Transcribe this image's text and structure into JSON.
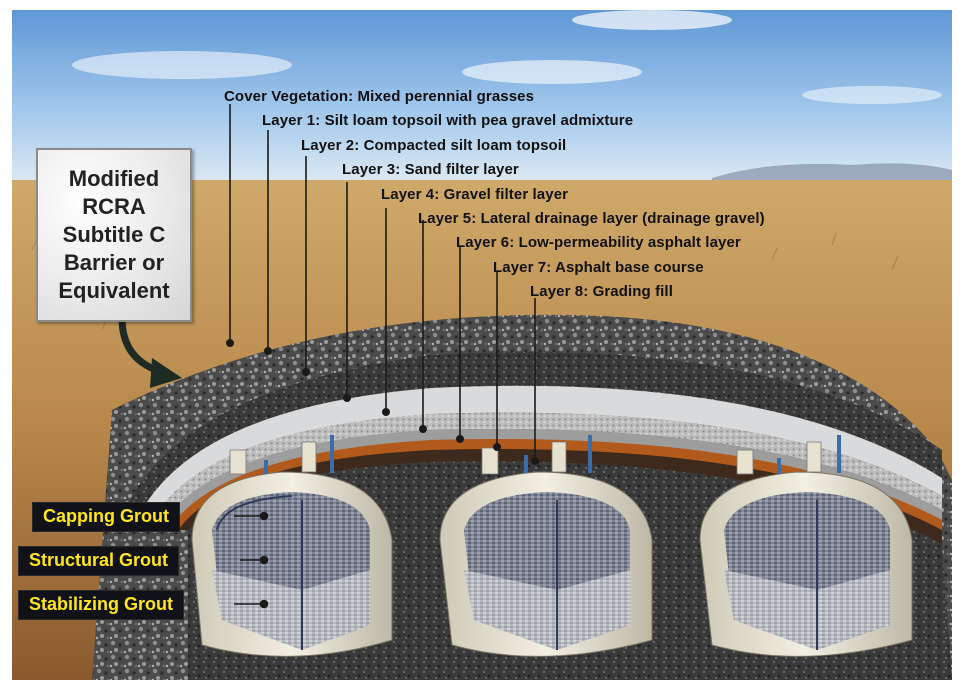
{
  "barrier_box": {
    "lines": [
      "Modified",
      "RCRA",
      "Subtitle C",
      "Barrier or",
      "Equivalent"
    ]
  },
  "layers": [
    "Cover Vegetation: Mixed perennial grasses",
    "Layer 1: Silt loam topsoil with pea gravel admixture",
    "Layer 2: Compacted silt loam topsoil",
    "Layer 3: Sand filter layer",
    "Layer 4: Gravel filter layer",
    "Layer 5: Lateral drainage layer (drainage gravel)",
    "Layer 6: Low-permeability asphalt layer",
    "Layer 7: Asphalt base course",
    "Layer 8: Grading fill"
  ],
  "grouts": {
    "capping": "Capping Grout",
    "structural": "Structural Grout",
    "stabilizing": "Stabilizing Grout"
  },
  "colors": {
    "grout_label_bg": "#101218",
    "grout_label_text": "#ffe61c",
    "asphalt_layer": "#b25a1c",
    "sky": "#7fb2e6",
    "grass": "#c89a5a"
  }
}
